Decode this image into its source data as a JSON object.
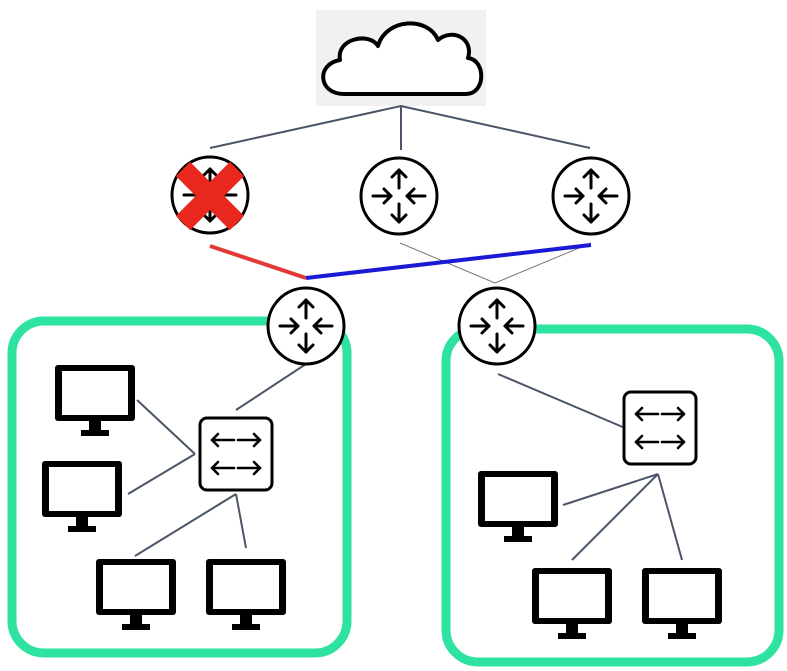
{
  "colors": {
    "background": "#ffffff",
    "zone_border": "#2ee3a0",
    "failed_link": "#e53935",
    "active_link": "#1a1ad6",
    "failure_mark": "#e8281e",
    "link_default": "#4a5568"
  },
  "nodes": {
    "cloud": {
      "icon": "cloud-icon"
    },
    "core_routers": [
      {
        "icon": "router-icon",
        "status": "failed"
      },
      {
        "icon": "router-icon",
        "status": "up"
      },
      {
        "icon": "router-icon",
        "status": "up"
      }
    ],
    "edge_routers": [
      {
        "icon": "router-icon"
      },
      {
        "icon": "router-icon"
      }
    ],
    "switches": [
      {
        "icon": "switch-icon"
      },
      {
        "icon": "switch-icon"
      }
    ],
    "monitors": [
      {
        "icon": "monitor-icon",
        "zone": "left"
      },
      {
        "icon": "monitor-icon",
        "zone": "left"
      },
      {
        "icon": "monitor-icon",
        "zone": "left"
      },
      {
        "icon": "monitor-icon",
        "zone": "left"
      },
      {
        "icon": "monitor-icon",
        "zone": "right"
      },
      {
        "icon": "monitor-icon",
        "zone": "right"
      },
      {
        "icon": "monitor-icon",
        "zone": "right"
      }
    ]
  },
  "links": {
    "failed_path": {
      "status": "down"
    },
    "active_path": {
      "status": "up"
    }
  }
}
